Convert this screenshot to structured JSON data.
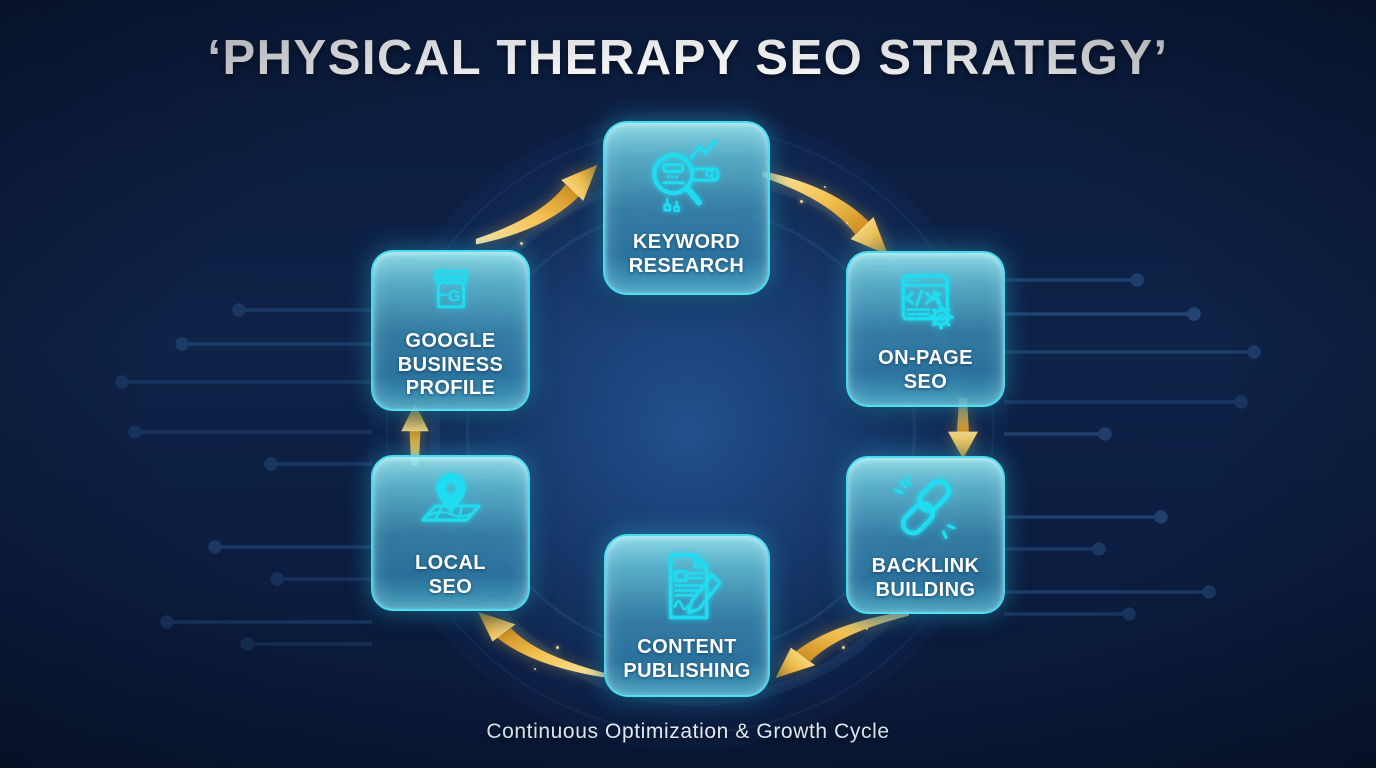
{
  "title": "‘PHYSICAL THERAPY SEO STRATEGY’",
  "caption": "Continuous Optimization & Growth Cycle",
  "colors": {
    "background_navy": "#0c1f42",
    "center_glow_blue": "#3476c8",
    "node_border_cyan": "#48e2f6",
    "node_fill_top": "#8fdfe9",
    "node_fill_bottom": "#2f7da8",
    "icon_cyan": "#20dcf0",
    "arrow_gold": "#f2c050",
    "title_text": "#ffffff",
    "label_text": "#ffffff"
  },
  "nodes": [
    {
      "id": "keyword-research",
      "label": [
        "KEYWORD",
        "RESEARCH"
      ],
      "icon": "keyword-research-icon"
    },
    {
      "id": "on-page-seo",
      "label": [
        "ON-PAGE",
        "SEO"
      ],
      "icon": "on-page-seo-icon"
    },
    {
      "id": "backlink-building",
      "label": [
        "BACKLINK",
        "BUILDING"
      ],
      "icon": "backlink-building-icon"
    },
    {
      "id": "content-publishing",
      "label": [
        "CONTENT",
        "PUBLISHING"
      ],
      "icon": "content-publishing-icon"
    },
    {
      "id": "local-seo",
      "label": [
        "LOCAL",
        "SEO"
      ],
      "icon": "local-seo-icon"
    },
    {
      "id": "google-business-profile",
      "label": [
        "GOOGLE",
        "BUSINESS",
        "PROFILE"
      ],
      "icon": "google-business-profile-icon"
    }
  ],
  "arrows": [
    {
      "from": "keyword-research",
      "to": "on-page-seo"
    },
    {
      "from": "on-page-seo",
      "to": "backlink-building"
    },
    {
      "from": "backlink-building",
      "to": "content-publishing"
    },
    {
      "from": "content-publishing",
      "to": "local-seo"
    },
    {
      "from": "local-seo",
      "to": "google-business-profile"
    },
    {
      "from": "google-business-profile",
      "to": "keyword-research"
    }
  ]
}
